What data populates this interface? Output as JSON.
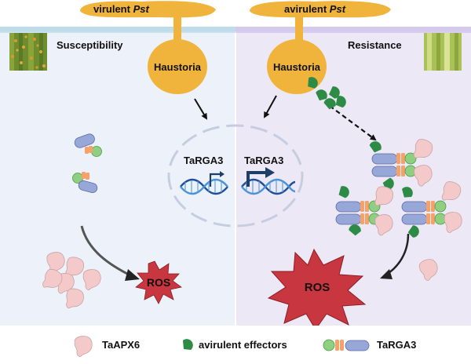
{
  "left_panel": {
    "pathogen": {
      "prefix": "virulent ",
      "name": "Pst"
    },
    "phenotype": "Susceptibility",
    "haustoria": "Haustoria",
    "gene": "TaRGA3",
    "ros": "ROS"
  },
  "right_panel": {
    "pathogen": {
      "prefix": "avirulent ",
      "name": "Pst"
    },
    "phenotype": "Resistance",
    "haustoria": "Haustoria",
    "gene": "TaRGA3",
    "ros": "ROS"
  },
  "legend": [
    {
      "icon": "taapx6-icon",
      "label": "TaAPX6"
    },
    {
      "icon": "avirulent-effector-icon",
      "label": "avirulent effectors"
    },
    {
      "icon": "targa3-protein-icon",
      "label": "TaRGA3"
    }
  ],
  "colors": {
    "left_background": "#edf2fa",
    "right_background": "#ece8f6",
    "fungus": "#f0b43c",
    "apx6": "#f4c9c9",
    "effector": "#2e8b45",
    "targa3_green": "#8fcf82",
    "targa3_orange": "#f4a26a",
    "targa3_blue": "#97a7d8",
    "ros": "#c8373f",
    "dna": "#2a62b6"
  }
}
